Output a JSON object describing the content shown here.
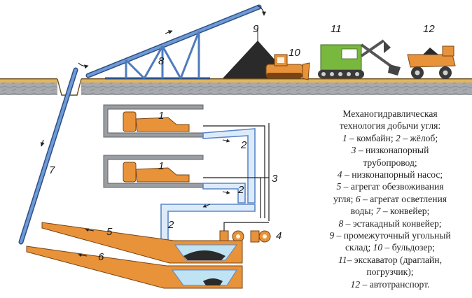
{
  "diagram": {
    "labels": {
      "combine_top": "1",
      "combine_bottom": "1",
      "chute_a": "2",
      "chute_b": "2",
      "chute_c": "2",
      "pipeline": "3",
      "pumps": "4",
      "dewatering": "5",
      "clarifier": "6",
      "conveyor": "7",
      "trestle": "8",
      "stockpile": "9",
      "bulldozer": "10",
      "excavator": "11",
      "dump_truck": "12"
    },
    "colors": {
      "steel_blue": "#5b86c8",
      "steel_dark": "#2d4f86",
      "ground": "#e3b65c",
      "rock": "#9a9ea2",
      "orange": "#e8923a",
      "excavator_green": "#79b83f",
      "water": "#bfe3f2",
      "coal": "#2a2a2a"
    }
  },
  "caption": {
    "title_1": "Механогидравлическая",
    "title_2": "технология добычи угля:",
    "items": [
      {
        "num": "1",
        "text": " – комбайн; "
      },
      {
        "num": "2",
        "text": " – жёлоб;"
      },
      {
        "num": "3",
        "text": " – низконапорный"
      },
      {
        "num": "",
        "text": "трубопровод;"
      },
      {
        "num": "4",
        "text": " – низконапорный насос;"
      },
      {
        "num": "5",
        "text": " – агрегат обезвоживания"
      },
      {
        "num": "",
        "text": "угля; "
      },
      {
        "num": "6",
        "text": " – агрегат осветления"
      },
      {
        "num": "",
        "text": "воды; "
      },
      {
        "num": "7",
        "text": " – конвейер;"
      },
      {
        "num": "8",
        "text": " – эстакадный конвейер;"
      },
      {
        "num": "9",
        "text": " – промежуточный угольный"
      },
      {
        "num": "",
        "text": "склад; "
      },
      {
        "num": "10",
        "text": " – бульдозер;"
      },
      {
        "num": "11",
        "text": "– экскаватор (драглайн,"
      },
      {
        "num": "",
        "text": "погрузчик);"
      },
      {
        "num": "12",
        "text": " – автотранспорт."
      }
    ]
  }
}
